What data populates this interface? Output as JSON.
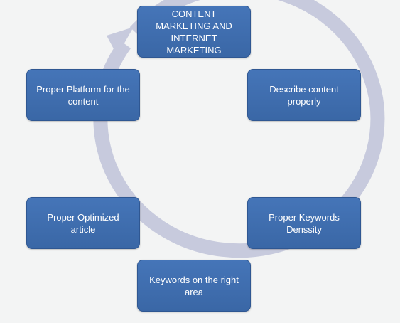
{
  "diagram": {
    "nodes": [
      {
        "id": "top",
        "label": "CONTENT MARKETING AND INTERNET MARKETING"
      },
      {
        "id": "upper-right",
        "label": "Describe content properly"
      },
      {
        "id": "lower-right",
        "label": "Proper Keywords Denssity"
      },
      {
        "id": "bottom",
        "label": "Keywords on the right area"
      },
      {
        "id": "lower-left",
        "label": "Proper Optimized article"
      },
      {
        "id": "upper-left",
        "label": "Proper Platform for the content"
      }
    ],
    "colors": {
      "node_fill": "#4070b3",
      "node_border": "#2f5792",
      "node_text": "#ffffff",
      "cycle_ring": "#c7cadd",
      "background": "#f3f4f4"
    },
    "cycle": "clockwise"
  }
}
